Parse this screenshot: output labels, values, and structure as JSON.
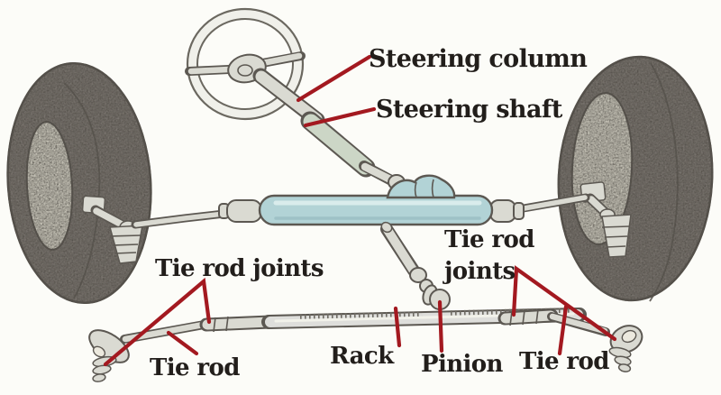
{
  "colors": {
    "background": "#fcfcf8",
    "label_text": "#221e1b",
    "leader_line": "#a31920",
    "tire": "#8d8781",
    "tire_hole": "#f6f3e4",
    "rack_housing": "#b2d3d6",
    "metal": "#dadad2",
    "shaft_sleeve": "#ccd6c6",
    "outline": "#5c5852"
  },
  "labels": {
    "steering_column": "Steering column",
    "steering_shaft": "Steering shaft",
    "tie_rod_joints_left": "Tie rod joints",
    "tie_rod_front_left": "Tie rod",
    "tie_rod_joints_right_line1": "Tie rod",
    "tie_rod_joints_right_line2": "joints",
    "rack": "Rack",
    "pinion": "Pinion",
    "tie_rod_front_right": "Tie rod"
  }
}
